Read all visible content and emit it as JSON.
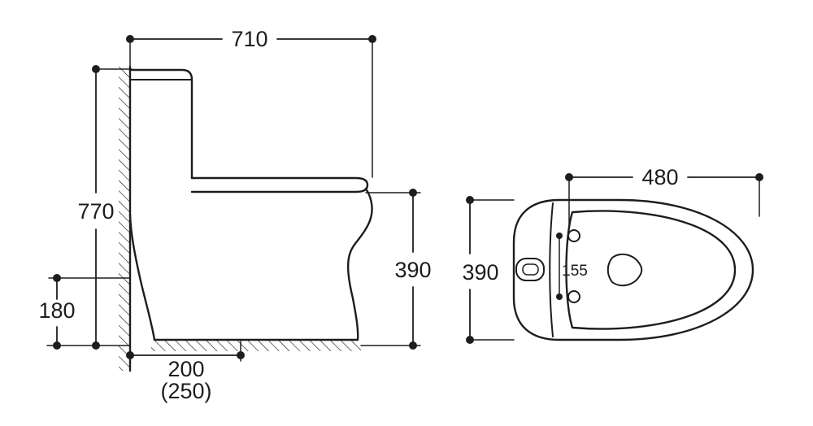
{
  "labels": {
    "side": {
      "depth": "710",
      "height": "770",
      "seat_height": "390",
      "trap_height": "180",
      "rough_in": "200",
      "rough_in_alt": "(250)"
    },
    "top": {
      "length": "480",
      "width": "390",
      "bolt_spacing": "155"
    }
  },
  "colors": {
    "line": "#1d1d1d",
    "bg": "#ffffff"
  }
}
